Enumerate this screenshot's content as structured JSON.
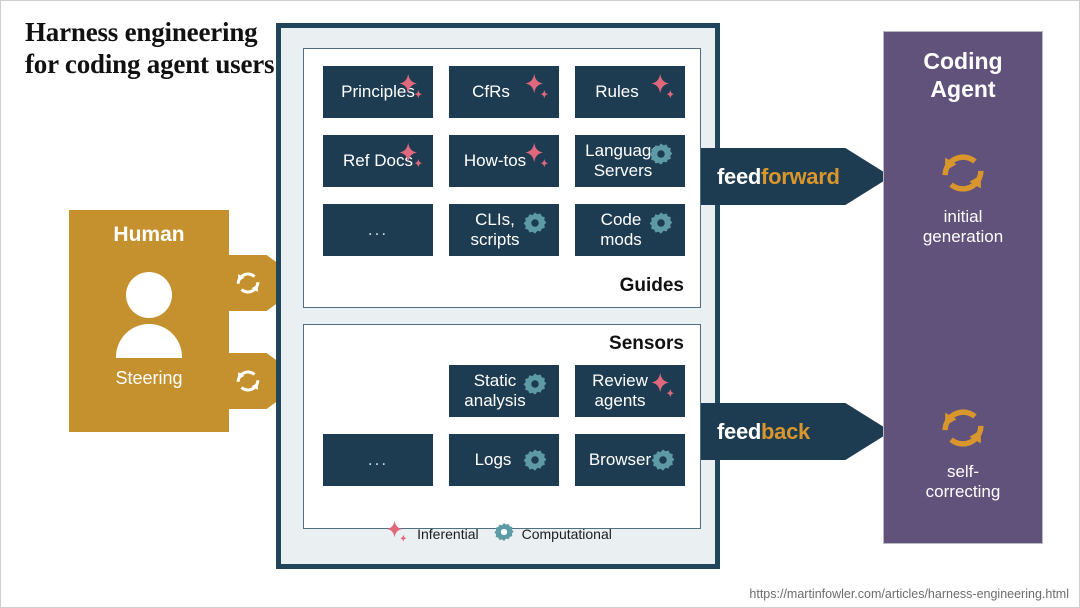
{
  "title": "Harness\nengineering for\ncoding agent\nusers",
  "human": {
    "label": "Human",
    "sublabel": "Steering",
    "person_icon": "person-icon",
    "arrow_top_icon": "cycle-icon",
    "arrow_bottom_icon": "cycle-icon"
  },
  "guides": {
    "title": "Guides",
    "chips": [
      {
        "text": "Principles",
        "icon": "sparkle-icon"
      },
      {
        "text": "CfRs",
        "icon": "sparkle-icon"
      },
      {
        "text": "Rules",
        "icon": "sparkle-icon"
      },
      {
        "text": "Ref Docs",
        "icon": "sparkle-icon"
      },
      {
        "text": "How-tos",
        "icon": "sparkle-icon"
      },
      {
        "text": "Language\nServers",
        "icon": "gear-icon"
      },
      {
        "text": "...",
        "icon": "none"
      },
      {
        "text": "CLIs,\nscripts",
        "icon": "gear-icon"
      },
      {
        "text": "Code\nmods",
        "icon": "gear-icon"
      }
    ]
  },
  "sensors": {
    "title": "Sensors",
    "chips": [
      {
        "text": "Static\nanalysis",
        "icon": "gear-icon"
      },
      {
        "text": "Review\nagents",
        "icon": "sparkle-icon"
      },
      {
        "text": "...",
        "icon": "none"
      },
      {
        "text": "Logs",
        "icon": "gear-icon"
      },
      {
        "text": "Browser",
        "icon": "gear-icon"
      }
    ]
  },
  "legend": [
    {
      "icon": "sparkle-icon",
      "label": "Inferential"
    },
    {
      "icon": "gear-icon",
      "label": "Computational"
    }
  ],
  "arrows": {
    "feedforward": {
      "part_a": "feed",
      "part_b": "forward"
    },
    "feedback": {
      "part_a": "feed",
      "part_b": "back"
    }
  },
  "coding_agent": {
    "title": "Coding\nAgent",
    "stages": [
      {
        "icon": "cycle-icon",
        "label": "initial\ngeneration"
      },
      {
        "icon": "cycle-icon",
        "label": "self-\ncorrecting"
      }
    ]
  },
  "source_url": "https://martinfowler.com/articles/harness-engineering.html",
  "colors": {
    "navy": "#1d3c51",
    "navy_border": "#21465c",
    "gold": "#c5912f",
    "gold_text": "#d9962c",
    "purple": "#61527b",
    "panel_bg": "#eaeff2",
    "sparkle_pink": "#e0687c",
    "gear_teal": "#5d9aa6"
  }
}
